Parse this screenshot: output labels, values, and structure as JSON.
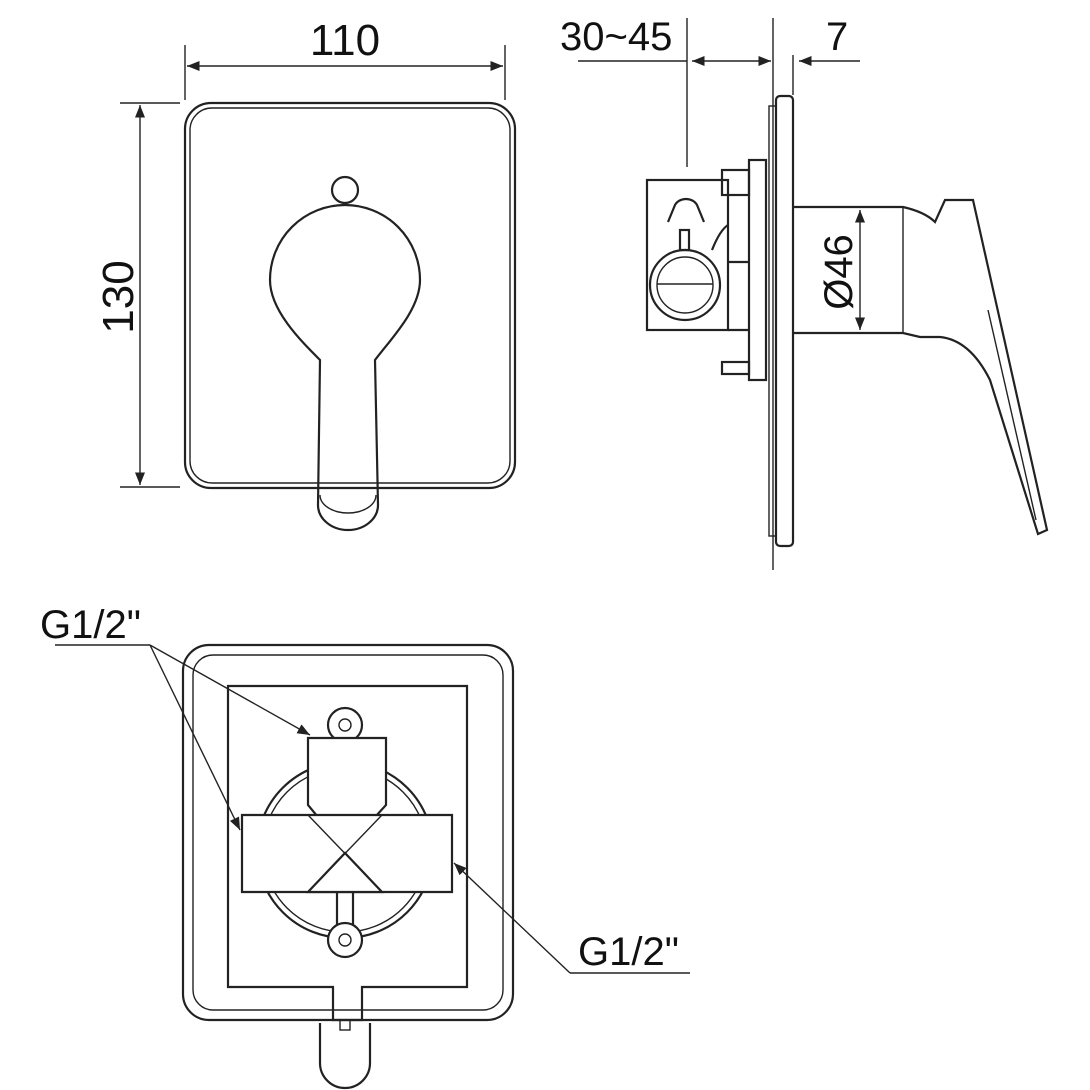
{
  "title": "Concealed shower mixer dimension drawing",
  "dimensions": {
    "width": "110",
    "height": "130",
    "wall_depth": "30~45",
    "plate_thickness": "7",
    "trim_diameter": "Ø46"
  },
  "labels": {
    "inlet_top": "G1/2\"",
    "inlet_bottom": "G1/2\""
  }
}
